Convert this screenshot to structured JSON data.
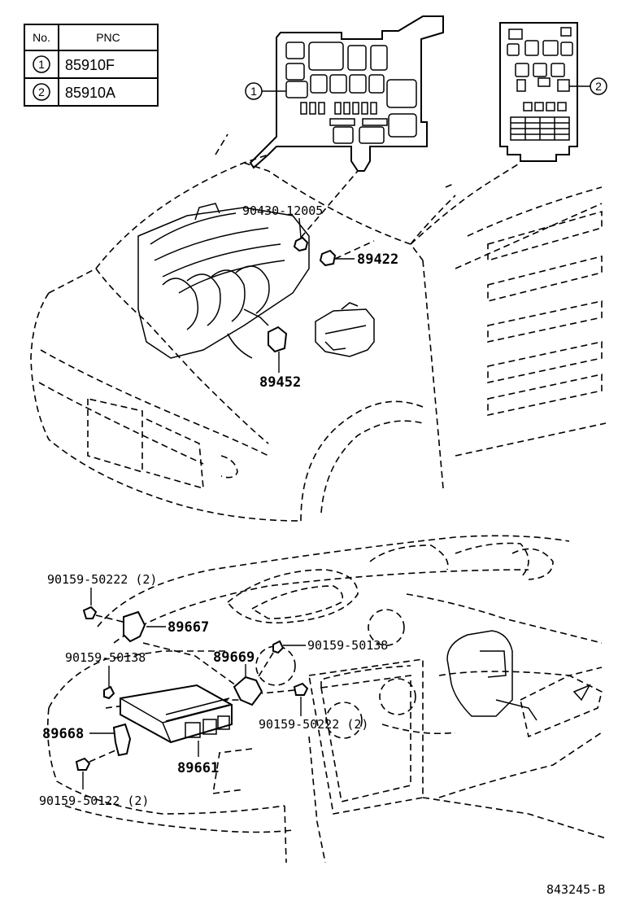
{
  "table": {
    "header": {
      "no": "No.",
      "pnc": "PNC"
    },
    "rows": [
      {
        "no": "1",
        "pnc": "85910F"
      },
      {
        "no": "2",
        "pnc": "85910A"
      }
    ]
  },
  "callouts": {
    "one": "1",
    "two": "2"
  },
  "labels": {
    "clip_90430": "90430-12005",
    "sensor_89422": "89422",
    "sensor_89452": "89452",
    "bolt_top": "90159-50222 (2)",
    "bracket_89667": "89667",
    "bolt_left_138": "90159-50138",
    "bracket_89669": "89669",
    "bolt_right_138": "90159-50138",
    "bolt_mid_222": "90159-50222 (2)",
    "bracket_89668": "89668",
    "ecu_89661": "89661",
    "bolt_bottom_122": "90159-50122 (2)"
  },
  "diagram_id": "843245-B"
}
